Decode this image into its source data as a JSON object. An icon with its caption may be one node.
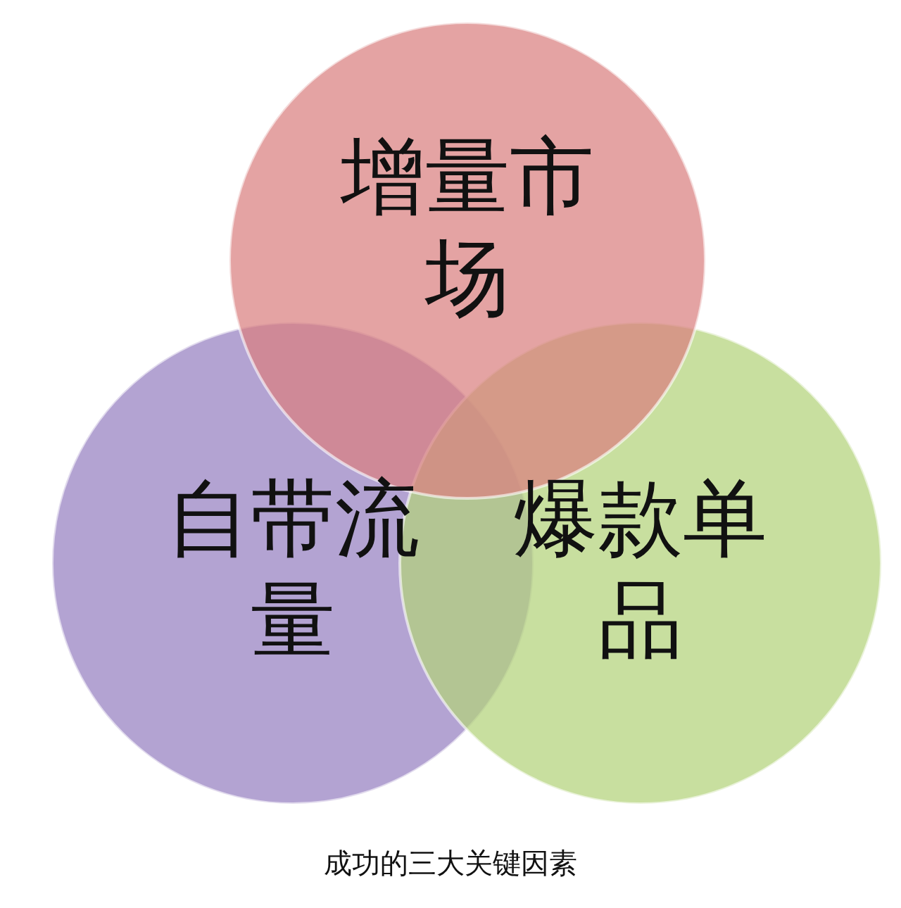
{
  "diagram": {
    "caption": "成功的三大关键因素",
    "nodes": [
      {
        "text": [
          "增量市场"
        ]
      },
      {
        "text": [
          "自带流量"
        ]
      },
      {
        "text": [
          "爆款单品"
        ]
      }
    ]
  }
}
